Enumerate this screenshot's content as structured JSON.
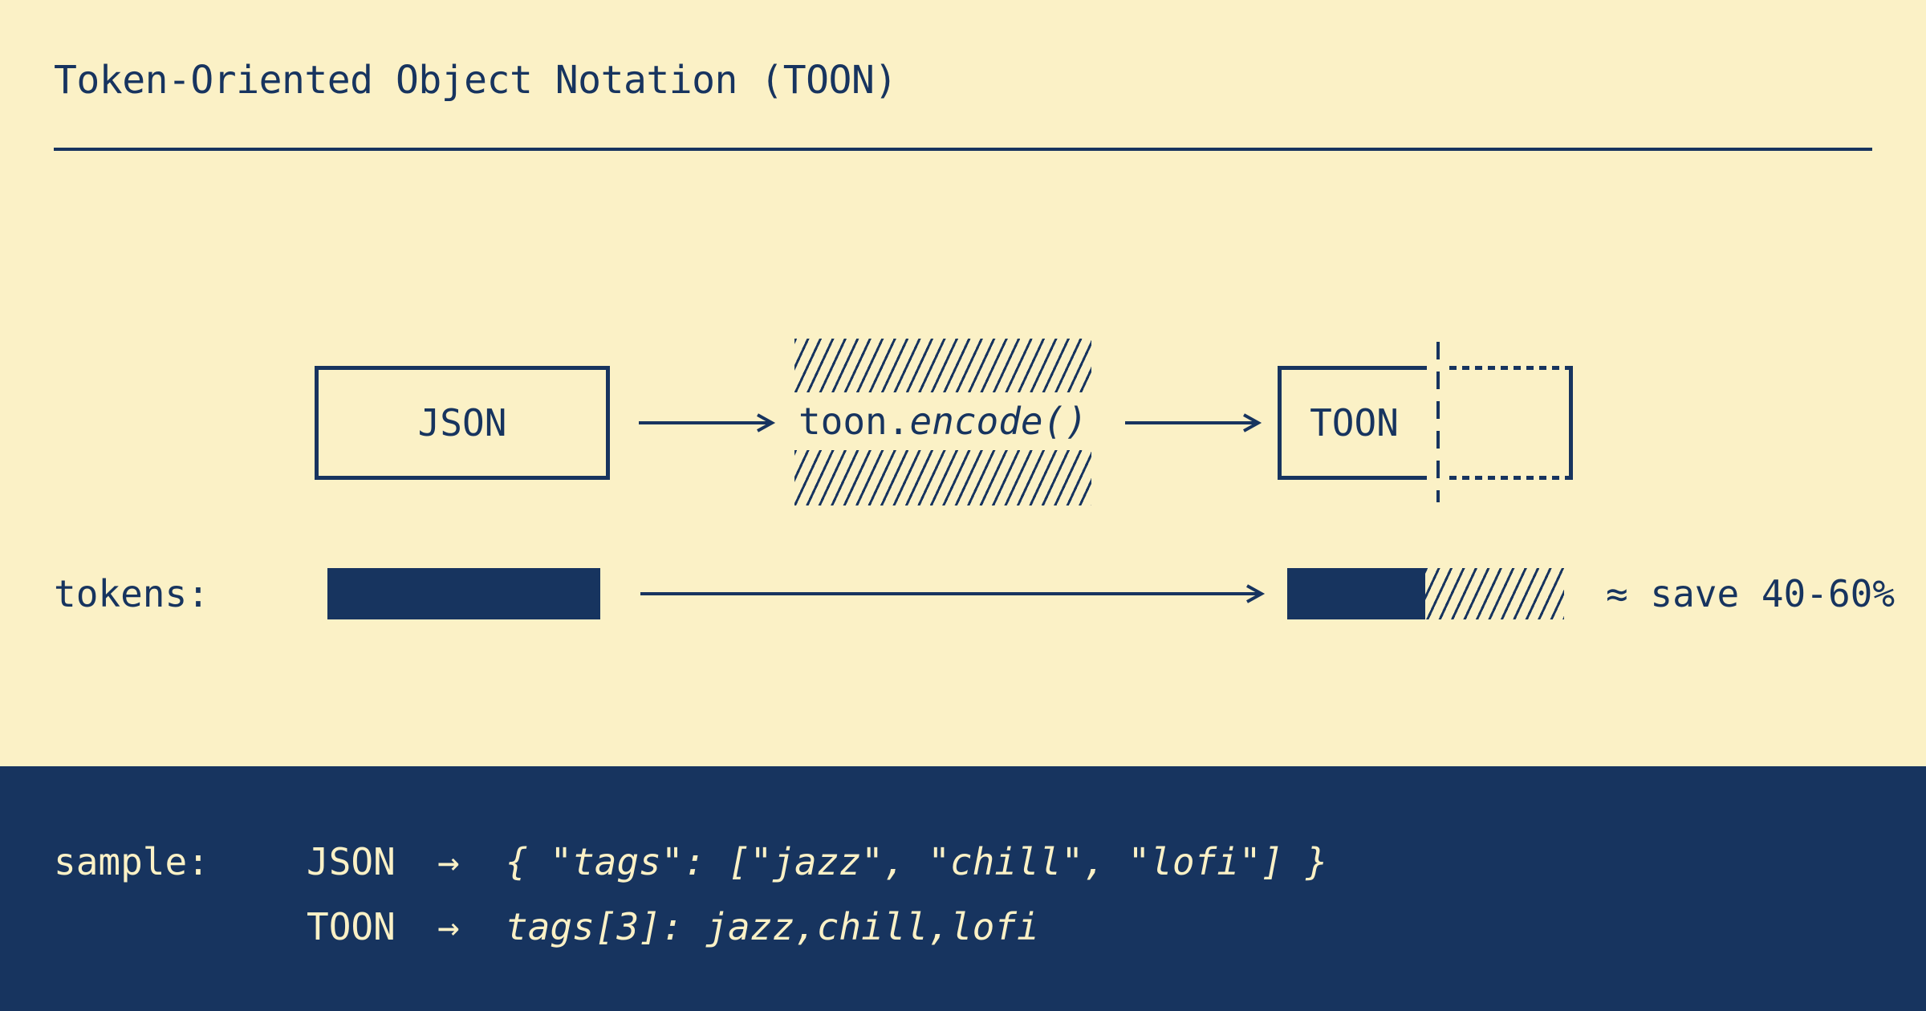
{
  "colors": {
    "background": "#FBF1C6",
    "ink": "#17345F"
  },
  "header": {
    "title": "Token-Oriented Object Notation (TOON)"
  },
  "flow": {
    "source_label": "JSON",
    "encode_upright": "toon.",
    "encode_italic": "encode()",
    "result_label": "TOON"
  },
  "tokens": {
    "label": "tokens:",
    "savings": "≈ save 40-60%"
  },
  "sample": {
    "label": "sample:",
    "rows": [
      {
        "format": "JSON",
        "arrow": "→",
        "code": "{ \"tags\": [\"jazz\", \"chill\", \"lofi\"] }"
      },
      {
        "format": "TOON",
        "arrow": "→",
        "code": "tags[3]: jazz,chill,lofi"
      }
    ]
  }
}
